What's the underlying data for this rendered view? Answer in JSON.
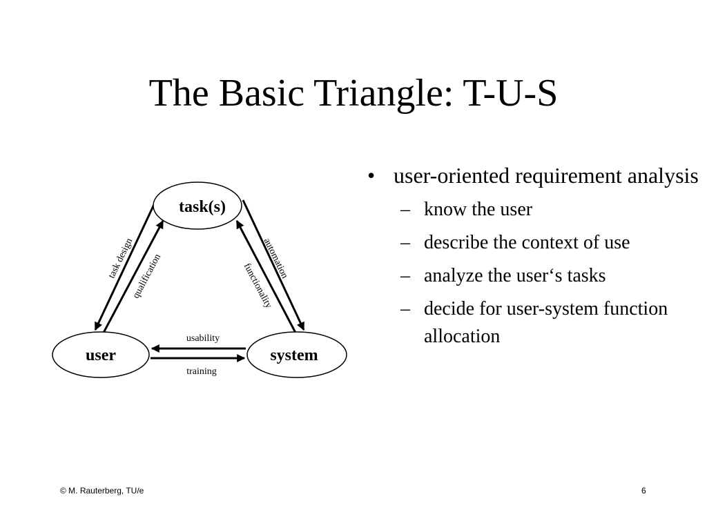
{
  "slide": {
    "title": "The Basic Triangle: T-U-S"
  },
  "diagram": {
    "nodes": {
      "task": "task(s)",
      "user": "user",
      "system": "system"
    },
    "edges": {
      "task_design": "task design",
      "qualification": "qualification",
      "automation": "automation",
      "functionality": "functionality",
      "usability": "usability",
      "training": "training"
    }
  },
  "bullets": {
    "main": "user-oriented requirement analysis",
    "subs": [
      "know the user",
      "describe the context of use",
      "analyze the user‘s tasks",
      "decide for user-system function allocation"
    ]
  },
  "footer": {
    "copyright": "© M. Rauterberg, TU/e",
    "page": "6"
  }
}
